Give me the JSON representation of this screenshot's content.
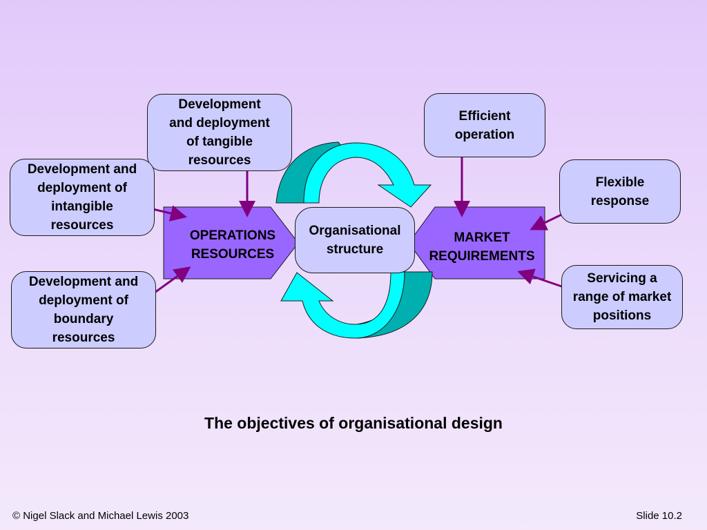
{
  "colors": {
    "background_top": "#e2c9fb",
    "background_bottom": "#f3e9fb",
    "box_fill": "#ccccff",
    "hexagon_fill": "#9966ff",
    "arrow_color": "#800080",
    "cycle_front": "#00ffff",
    "cycle_back": "#00b0b0"
  },
  "diagram": {
    "operations_resources": "OPERATIONS\nRESOURCES",
    "market_requirements": "MARKET\nREQUIREMENTS",
    "organisational_structure": "Organisational\nstructure",
    "resource_boxes": {
      "tangible": "Development\nand deployment\nof tangible\nresources",
      "intangible": "Development and\ndeployment of\nintangible\nresources",
      "boundary": "Development and\ndeployment of\nboundary\nresources"
    },
    "requirement_boxes": {
      "efficient": "Efficient\noperation",
      "flexible": "Flexible\nresponse",
      "servicing": "Servicing a\nrange of market\npositions"
    }
  },
  "caption": "The objectives of organisational design",
  "footer": {
    "copyright": "© Nigel Slack and Michael Lewis 2003",
    "slide_number": "Slide 10.2"
  }
}
